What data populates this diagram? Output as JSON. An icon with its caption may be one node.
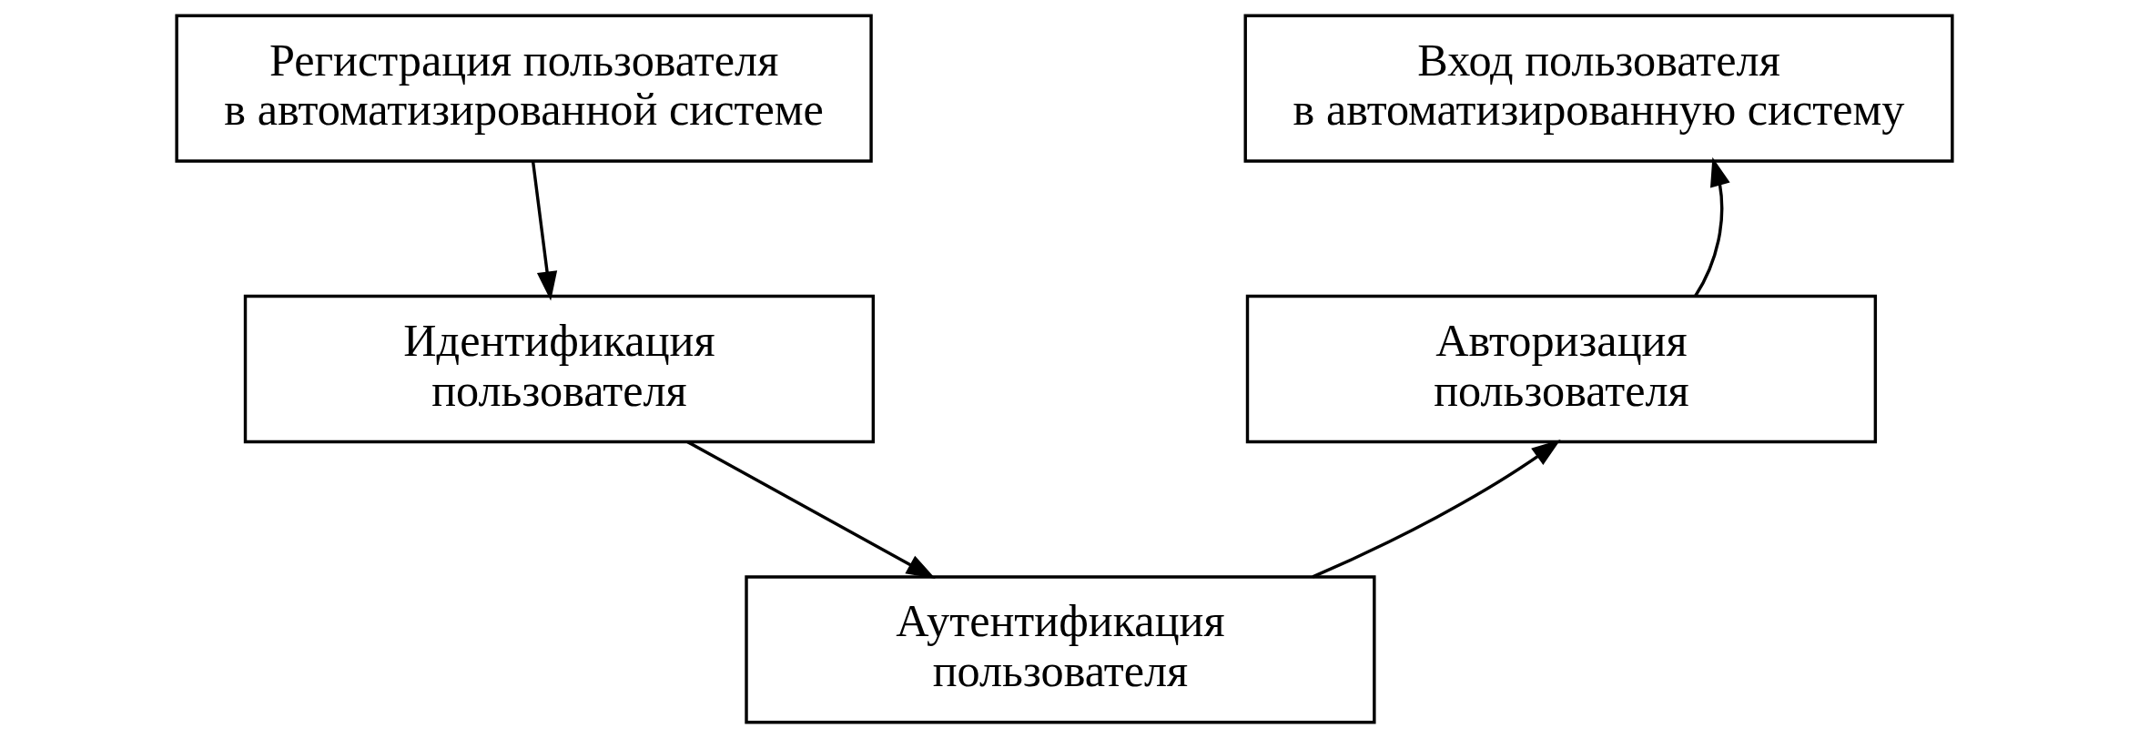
{
  "diagram": {
    "nodes": [
      {
        "text": [
          "Регистрация пользователя в автоматизированной системе"
        ]
      },
      {
        "text": [
          "Идентификация пользователя"
        ]
      },
      {
        "text": [
          "Аутентификация пользователя"
        ]
      },
      {
        "text": [
          "Авторизация пользователя"
        ]
      },
      {
        "text": [
          "Вход пользователя в автоматизированную систему"
        ]
      }
    ],
    "edges": [
      {
        "from": 0,
        "to": 1,
        "arrow": "to"
      },
      {
        "from": 1,
        "to": 2,
        "arrow": "to"
      },
      {
        "from": 2,
        "to": 3,
        "arrow": "to"
      },
      {
        "from": 3,
        "to": 4,
        "arrow": "to"
      }
    ]
  }
}
